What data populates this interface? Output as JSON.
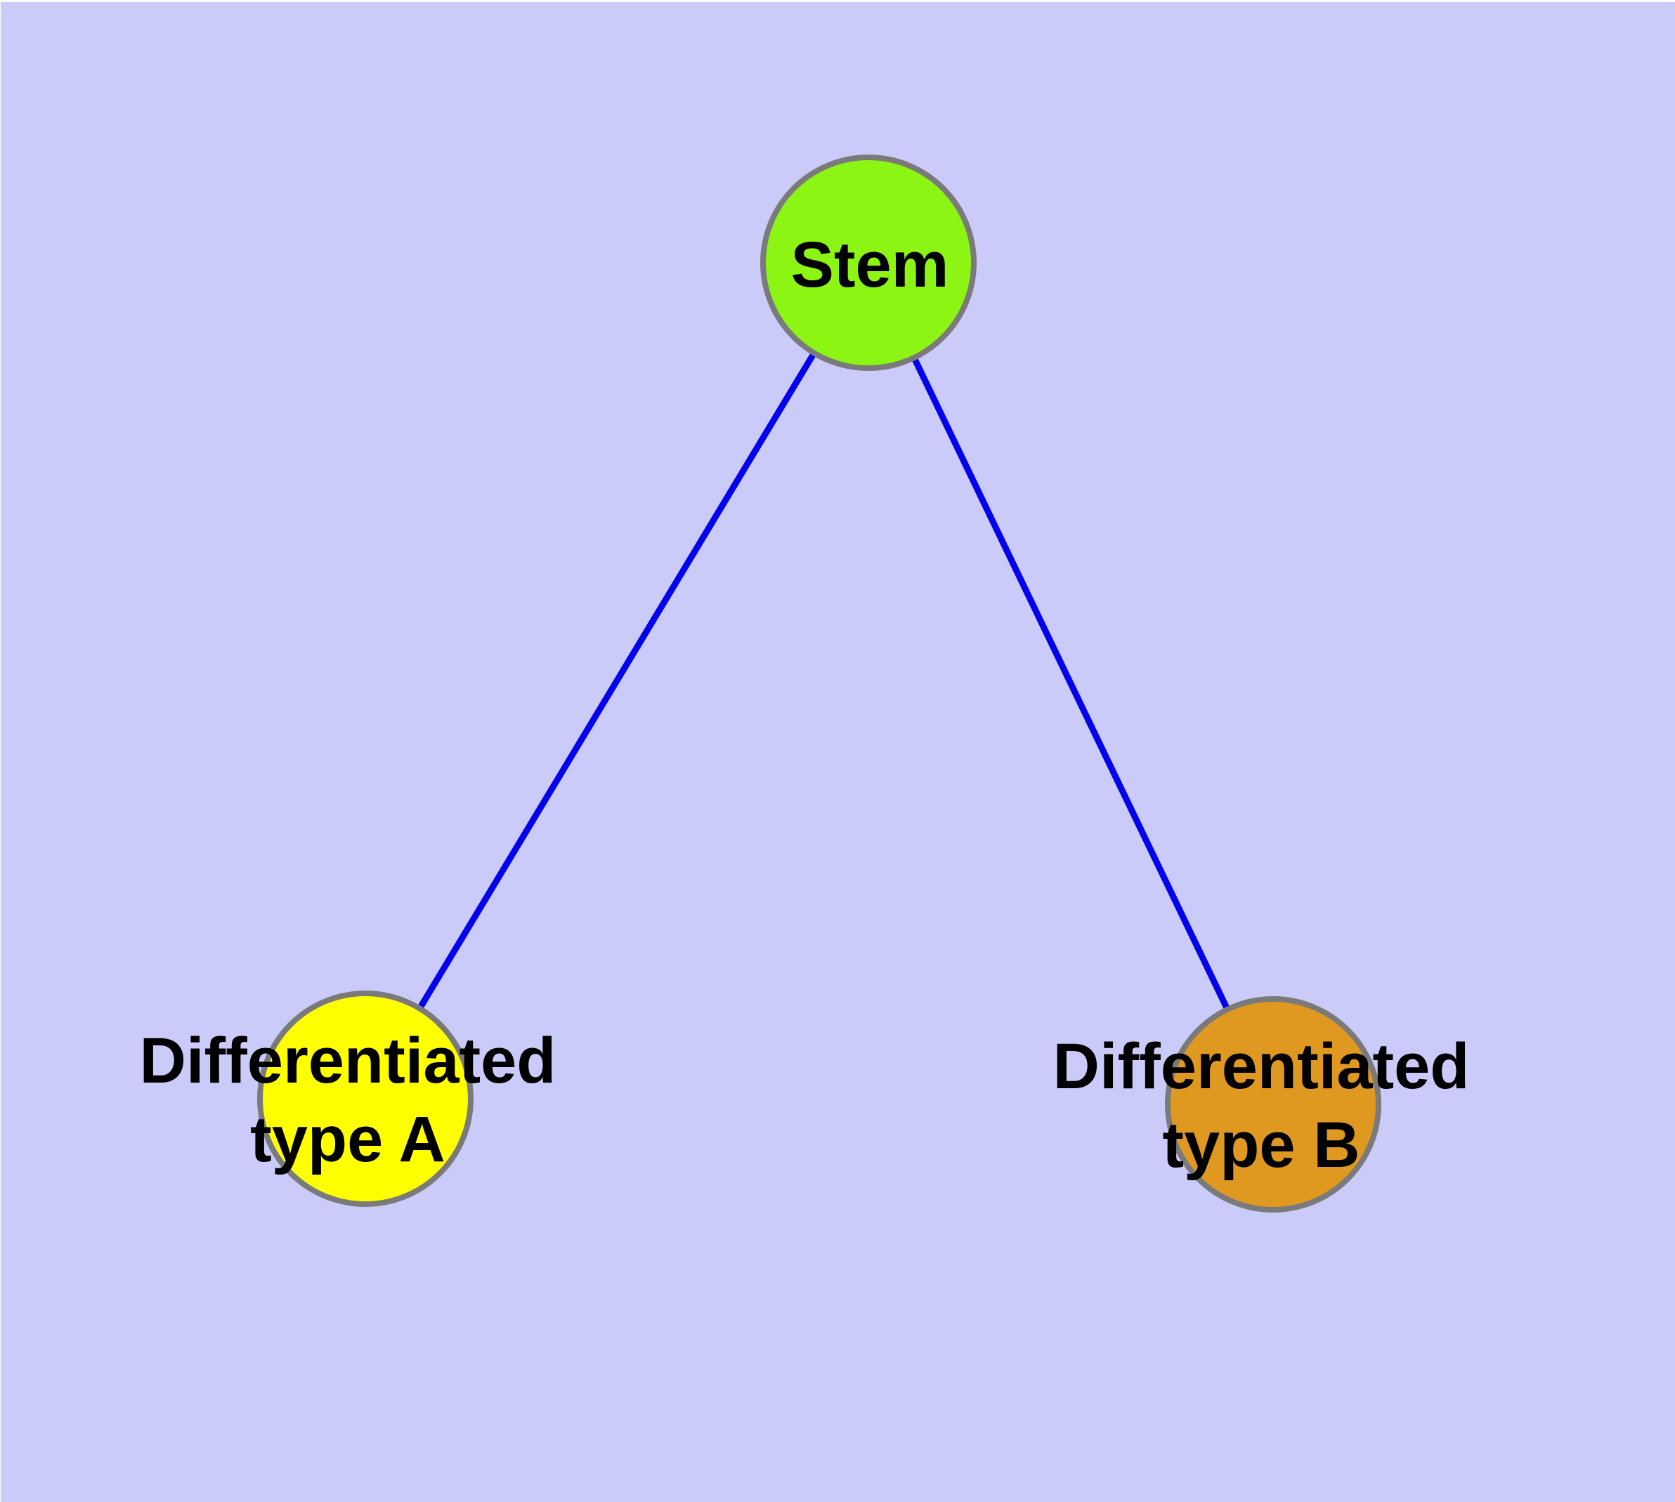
{
  "diagram": {
    "colors": {
      "background": "#cbcbf9",
      "edge": "#0101ee",
      "node_border": "#7a7a7a",
      "label_text": "#000000"
    },
    "nodes": {
      "stem": {
        "label": "Stem",
        "fill": "#8cf514"
      },
      "type_a": {
        "label_line1": "Differentiated",
        "label_line2": "type A",
        "fill": "#ffff00"
      },
      "type_b": {
        "label_line1": "Differentiated",
        "label_line2": "type B",
        "fill": "#e09920"
      }
    },
    "edges": [
      {
        "from": "Stem",
        "to": "Differentiated type A"
      },
      {
        "from": "Stem",
        "to": "Differentiated type B"
      }
    ]
  }
}
